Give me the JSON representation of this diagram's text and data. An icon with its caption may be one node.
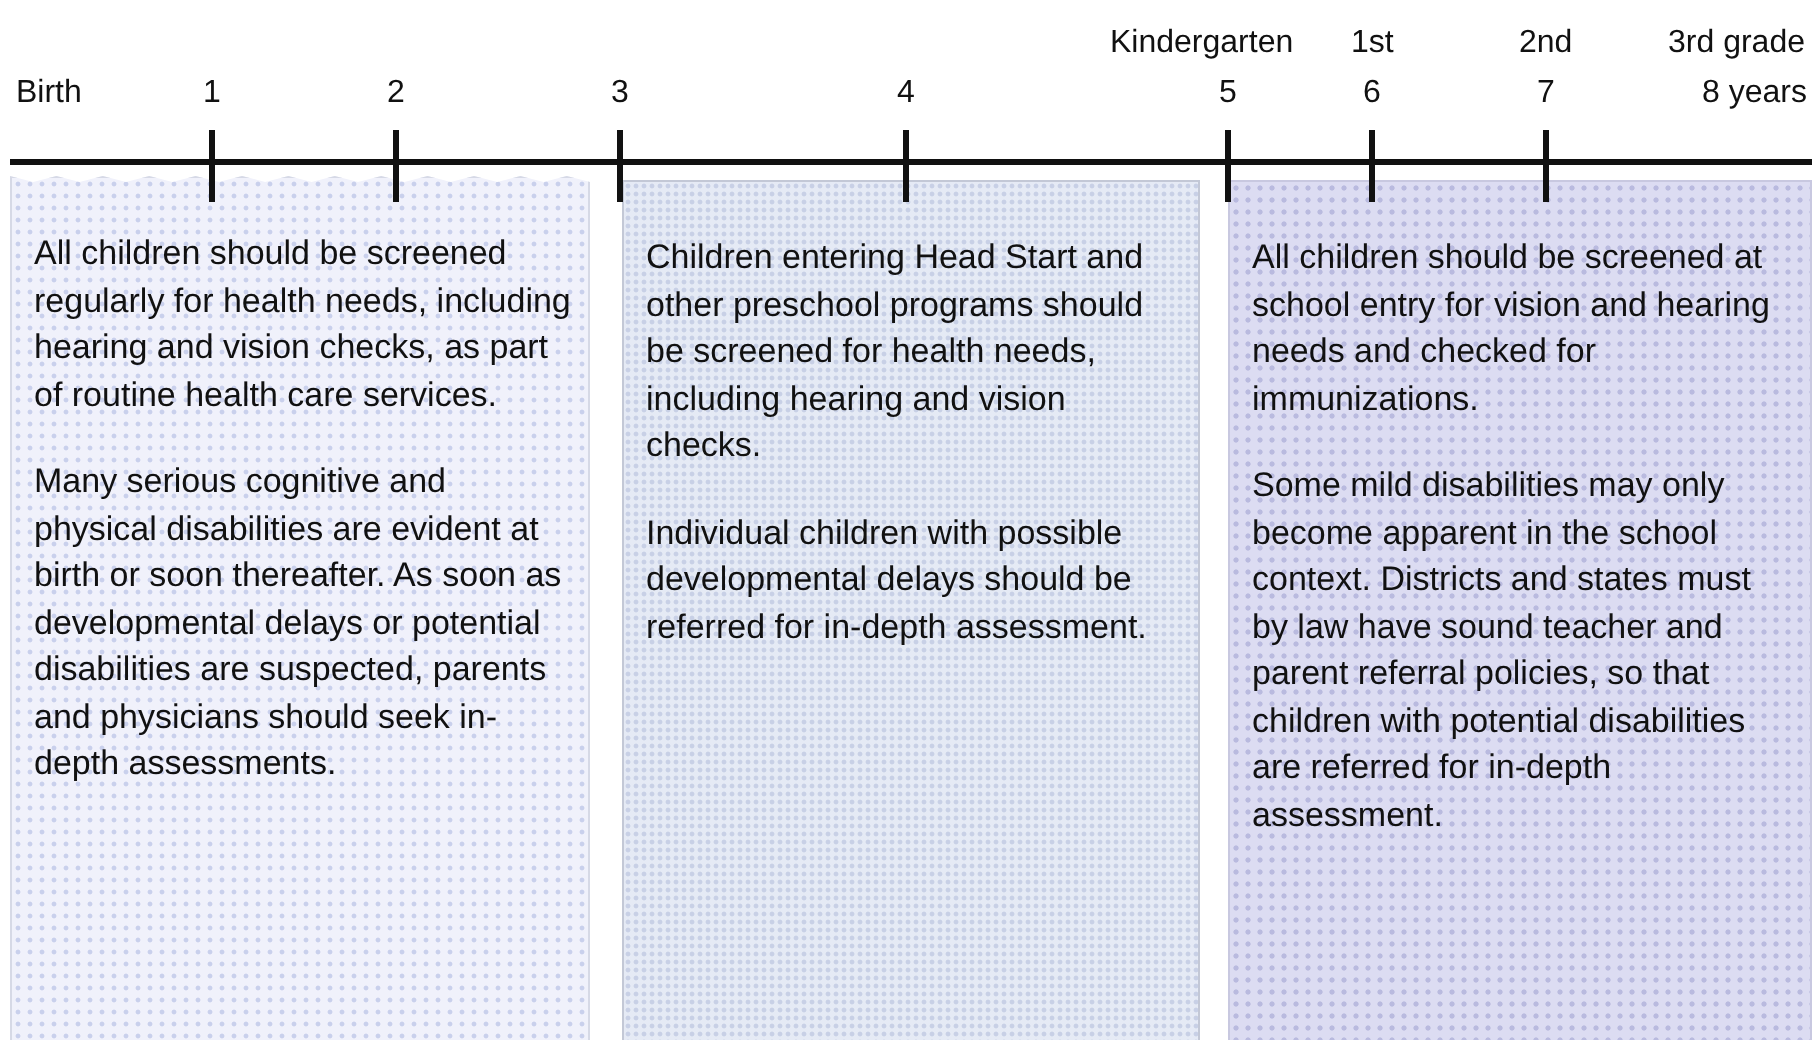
{
  "diagram": {
    "nodes": [
      {
        "text": [
          "All children should be screened regularly for health needs, including hearing and vision checks, as part of routine health care services.",
          "Many serious cognitive and physical disabilities are evident at birth or soon thereafter. As soon as developmental delays or potential disabilities are suspected, parents and physicians should seek in-depth assessments."
        ]
      },
      {
        "text": [
          "Children entering Head Start and other preschool programs should be screened for health needs, including hearing and vision checks.",
          "Individual children with possible developmental delays should be referred for in-depth assessment."
        ]
      },
      {
        "text": [
          "All children should be screened at school entry for vision and hearing needs and checked for immunizations.",
          "Some mild disabilities may only become apparent in the school context. Districts and states must by law have sound teacher and parent referral policies, so that children with potential disabilities are referred for in-depth assessment."
        ]
      }
    ],
    "labels": [
      "Kindergarten",
      "1st",
      "2nd",
      "3rd grade",
      "Birth",
      "1",
      "2",
      "3",
      "4",
      "5",
      "6",
      "7",
      "8 years"
    ]
  }
}
